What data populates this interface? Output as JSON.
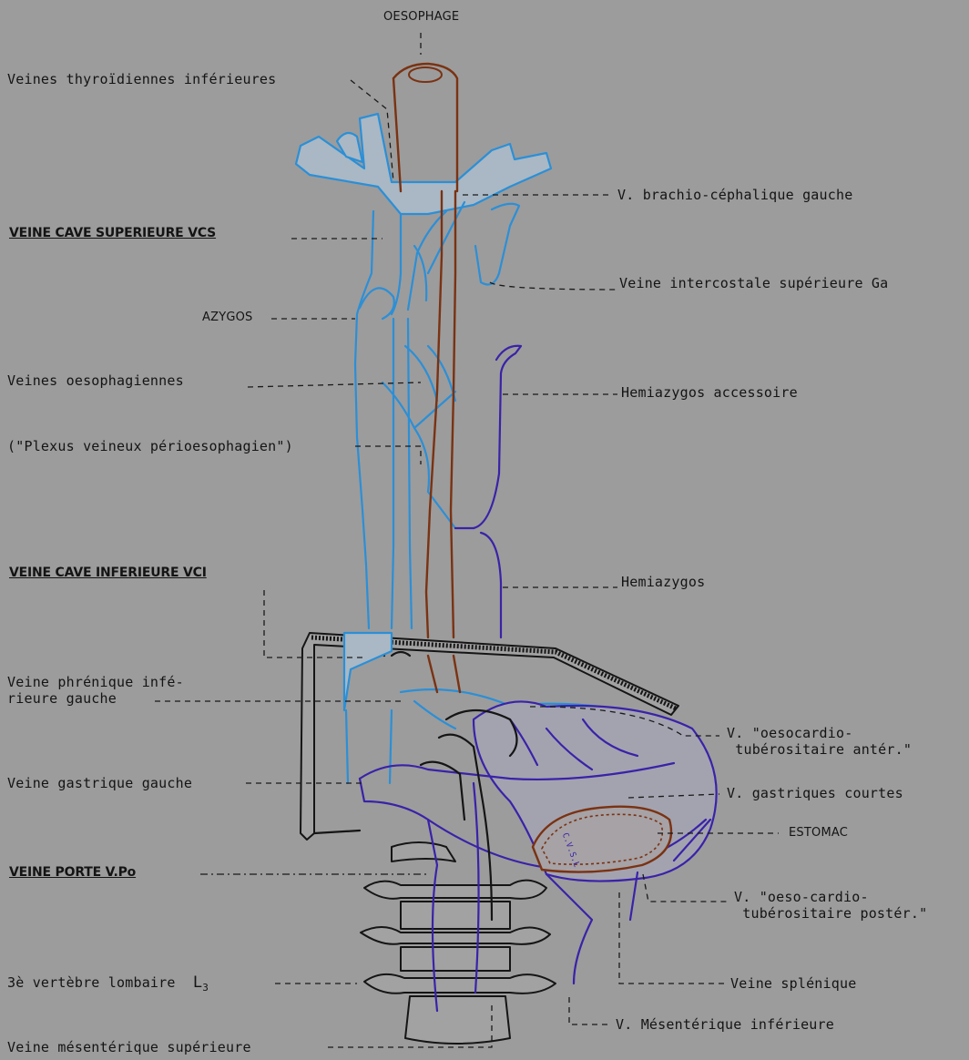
{
  "labels": {
    "oesophage": "OESOPHAGE",
    "thyroid": "Veines thyroïdiennes inférieures",
    "brachio": "V. brachio-céphalique gauche",
    "vcs": "VEINE CAVE SUPERIEURE  VCS",
    "intercostale": "Veine intercostale supérieure Ga",
    "azygos": "AZYGOS",
    "oeso_veines": "Veines oesophagiennes",
    "hemiazygos_acc": "Hemiazygos  accessoire",
    "plexus": "(\"Plexus veineux périoesophagien\")",
    "vci": "VEINE CAVE INFERIEURE  VCI",
    "hemiazygos": "Hemiazygos",
    "phrenique": "Veine phrénique infé-\nrieure gauche",
    "oesocardio_ant": "V. \"oesocardio-\n tubérositaire antér.\"",
    "gastrique_gauche": "Veine gastrique gauche",
    "gastriques_courtes": "V. gastriques courtes",
    "estomac": "ESTOMAC",
    "porte": "VEINE PORTE  V.Po",
    "oesocardio_post": "V. \"oeso-cardio-\n tubérositaire postér.\"",
    "vertebre": "3è vertèbre lombaire",
    "vertebre_l": "L",
    "vertebre_sub": "3",
    "splenique": "Veine splénique",
    "mesenterique_inf": "V. Mésentérique inférieure",
    "mesenterique_sup": "Veine mésentérique supérieure",
    "stomach_inner": "C.V.S.L"
  },
  "colors": {
    "background": "#9c9c9c",
    "caval_system": "#2c8fd6",
    "portal_system": "#3a22a8",
    "oesophagus": "#7a3212",
    "outline": "#151515"
  }
}
